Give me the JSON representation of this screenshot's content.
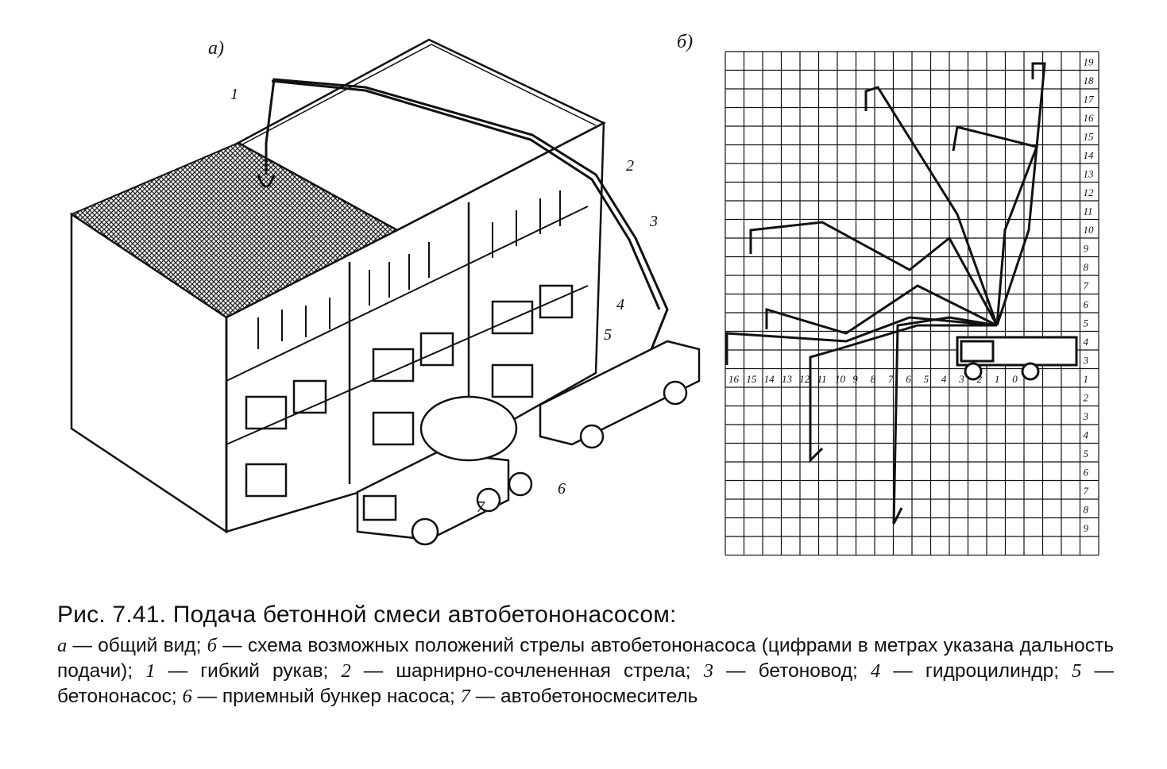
{
  "panels": {
    "a_label": "а)",
    "b_label": "б)"
  },
  "callouts": [
    "1",
    "2",
    "3",
    "4",
    "5",
    "6",
    "7"
  ],
  "grid": {
    "right_ticks_up": [
      "19",
      "18",
      "17",
      "16",
      "15",
      "14",
      "13",
      "12",
      "11",
      "10",
      "9",
      "8",
      "7",
      "6",
      "5",
      "4",
      "3"
    ],
    "right_ticks_down": [
      "1",
      "2",
      "3",
      "4",
      "5",
      "6",
      "7",
      "8",
      "9"
    ],
    "bottom_ticks": [
      "16",
      "15",
      "14",
      "13",
      "12",
      "11",
      "10",
      "9",
      "8",
      "7",
      "6",
      "5",
      "4",
      "3",
      "2",
      "1",
      "0"
    ]
  },
  "caption": {
    "title": "Рис.  7.41. Подача бетонной смеси автобетононасосом:",
    "parts": [
      {
        "it": "а",
        "txt": " — общий вид; "
      },
      {
        "it": "б",
        "txt": " — схема возможных положений стрелы автобетононасоса (цифрами в метрах указана дальность подачи); "
      },
      {
        "it": "1",
        "txt": " — гибкий рукав; "
      },
      {
        "it": "2",
        "txt": " — шарнирно-сочлененная стрела; "
      },
      {
        "it": "3",
        "txt": " — бетоновод; "
      },
      {
        "it": "4",
        "txt": " — гидроцилиндр; "
      },
      {
        "it": "5",
        "txt": " — бетононасос; "
      },
      {
        "it": "6",
        "txt": " — приемный бункер насоса; "
      },
      {
        "it": "7",
        "txt": " — автобетоносмеситель"
      }
    ]
  }
}
